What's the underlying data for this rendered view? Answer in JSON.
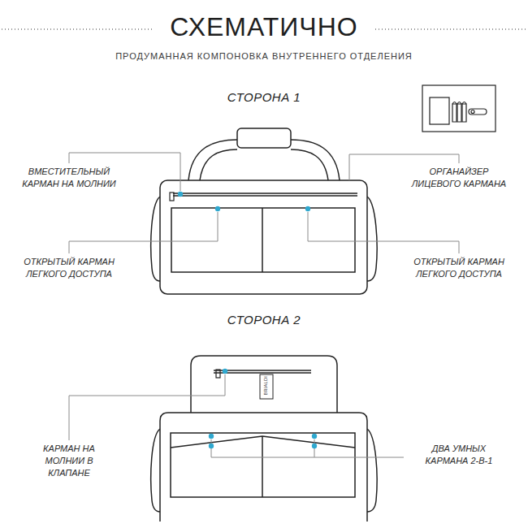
{
  "diagram": {
    "title": "СХЕМАТИЧНО",
    "labels": [
      "ПРОДУМАННАЯ КОМПОНОВКА ВНУТРЕННЕГО ОТДЕЛЕНИЯ",
      "СТОРОНА 1",
      "ВМЕСТИТЕЛЬНЫЙ КАРМАН НА МОЛНИИ",
      "ОРГАНАЙЗЕР ЛИЦЕВОГО КАРМАНА",
      "ОТКРЫТЫЙ КАРМАН ЛЕГКОГО ДОСТУПА",
      "ОТКРЫТЫЙ КАРМАН ЛЕГКОГО ДОСТУПА",
      "СТОРОНА 2",
      "BRIALDI",
      "КАРМАН НА МОЛНИИ В КЛАПАНЕ",
      "ДВА УМНЫХ КАРМАНА 2-В-1"
    ]
  }
}
